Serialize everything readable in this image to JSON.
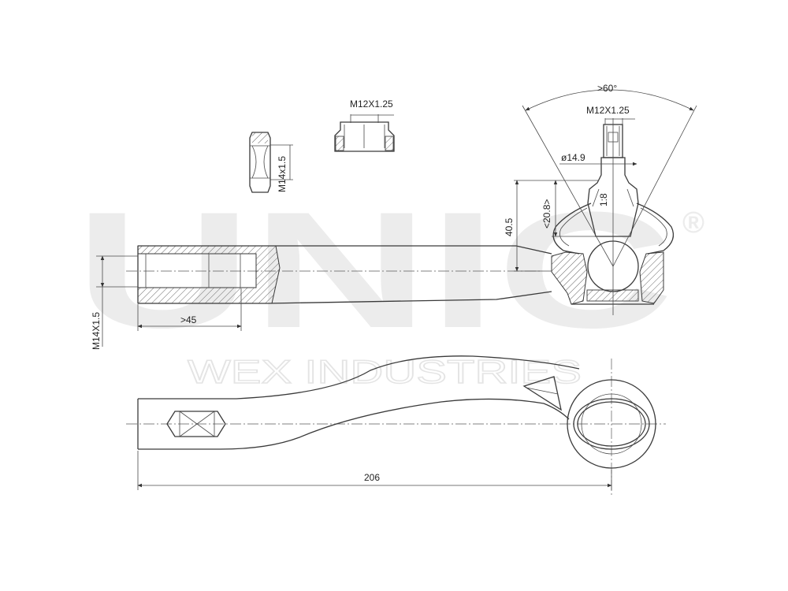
{
  "watermark": {
    "brand": "UNIC",
    "registered_mark": "®",
    "tagline": "WEX INDUSTRIES"
  },
  "dimensions": {
    "nut_thread": "M12X1.25",
    "jam_nut_thread": "M14x1.5",
    "stud_thread": "M12X1.25",
    "cone_angle": ">60°",
    "stud_diameter": "ø14.9",
    "taper_length": "<20.8>",
    "taper_ratio": "1:8",
    "height": "40.5",
    "inner_thread": "M14X1.5",
    "thread_depth": ">45",
    "overall_length": "206"
  }
}
